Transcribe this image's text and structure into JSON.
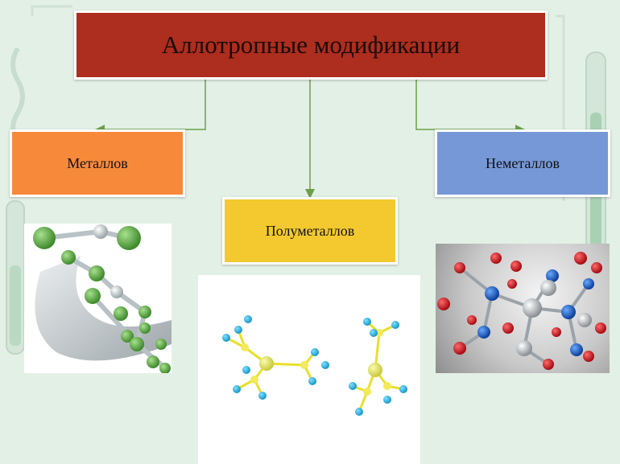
{
  "diagram": {
    "title": "Аллотропные модификации",
    "branches": {
      "metals": "Металлов",
      "semimetals": "Полуметаллов",
      "nonmetals": "Неметаллов"
    }
  },
  "colors": {
    "title_bg": "#ad2d1e",
    "metals_bg": "#f7893a",
    "semimetals_bg": "#f4c92f",
    "nonmetals_bg": "#7698d6",
    "connector": "#6aa04a",
    "background": "#e3f0e6"
  }
}
